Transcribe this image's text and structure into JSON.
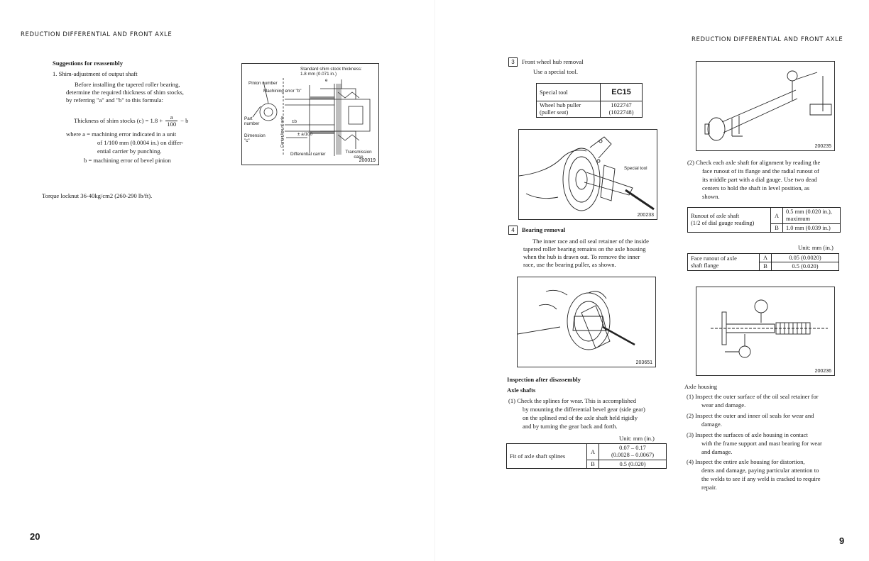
{
  "left": {
    "header": "REDUCTION DIFFERENTIAL AND FRONT AXLE",
    "page_number": "20",
    "suggestions_title": "Suggestions for reassembly",
    "item1": "1. Shim-adjustment of output shaft",
    "p1": [
      "Before installing the tapered roller bearing,",
      "determine the required thickness of shim stocks,",
      "by referring \"a\" and \"b\" to this formula:"
    ],
    "formula": {
      "lhs": "Thickness of shim stocks (c) = 1.8 +",
      "num": "a",
      "den": "100",
      "tail": "− b"
    },
    "where": [
      "where a = machining error indicated  in  a  unit",
      "of 1/100 mm (0.0004 in.) on differ-",
      "ential carrier by punching."
    ],
    "where_b": "b = machining error of bevel pinion",
    "torque": "Torque locknut 36-40kg/cm2 (260-290 lb/ft).",
    "figure": {
      "id": "200019",
      "labels": {
        "std_shim": "Standard shim stock thickness:",
        "std_shim_val": "1.8 mm (0.071 in.)",
        "pinion_number": "Pinion number",
        "machining_error": "Machining error \"b\"",
        "part_number": "Part number",
        "dimension": "Dimension \"c\"",
        "center_line": "Center line of axle",
        "pm_b": "±b",
        "pm_a": "± a/100",
        "e": "e",
        "diff_carrier": "Differential carrier",
        "trans_case": "Transmission case"
      }
    }
  },
  "right": {
    "header": "REDUCTION DIFFERENTIAL AND FRONT AXLE",
    "page_number": "9",
    "sec3_num": "3",
    "sec3_title": "Front wheel hub removal",
    "sec3_text": "Use a special tool.",
    "tool_table": {
      "h1": "Special tool",
      "h2": "EC15",
      "r1": "Wheel hub puller",
      "r1b": "(puller seat)",
      "v1": "1022747",
      "v1b": "(1022748)"
    },
    "fig1_id": "200233",
    "fig1_label": "Special tool",
    "sec4_num": "4",
    "sec4_title": "Bearing removal",
    "sec4_text": [
      "The inner race and oil seal retainer of the inside",
      "tapered roller bearing remains on the axle housing",
      "when the hub is drawn out. To remove the inner",
      "race, use the bearing puller, as shown."
    ],
    "fig2_id": "203651",
    "insp_title": "Inspection after disassembly",
    "axle_shafts": "Axle shafts",
    "item1": [
      "(1)  Check the splines for wear. This is accomplished",
      "by mounting the differential bevel gear (side gear)",
      "on the splined end of the axle shaft held rigidly",
      "and by turning the gear back and forth."
    ],
    "unit1": "Unit: mm (in.)",
    "fit_table": {
      "label": "Fit of axle shaft splines",
      "a": "A",
      "a_val": "0.07 – 0.17",
      "a_val2": "(0.0028 – 0.0067)",
      "b": "B",
      "b_val": "0.5 (0.020)"
    },
    "fig3_id": "200235",
    "item2": [
      "(2)  Check each axle shaft for alignment by reading the",
      "face runout of its flange and the radial runout of",
      "its middle part with a dial gauge. Use two dead",
      "centers to hold the shaft in level position, as",
      "shown."
    ],
    "runout_table": {
      "label": "Runout of axle shaft",
      "label2": "(1/2 of dial gauge reading)",
      "a": "A",
      "a_val": "0.5 mm (0.020 in.),",
      "a_val2": "maximum",
      "b": "B",
      "b_val": "1.0 mm (0.039 in.)"
    },
    "unit2": "Unit: mm (in.)",
    "face_table": {
      "label": "Face runout of axle",
      "label2": "shaft flange",
      "a": "A",
      "a_val": "0.05 (0.0020)",
      "b": "B",
      "b_val": "0.5 (0.020)"
    },
    "fig4_id": "200236",
    "axle_housing": "Axle housing",
    "h1": [
      "(1)  Inspect the outer surface of the oil seal retainer for",
      "wear and damage."
    ],
    "h2": [
      "(2)  Inspect the outer and inner oil seals for wear and",
      "damage."
    ],
    "h3": [
      "(3)  Inspect the surfaces of axle housing in contact",
      "with the frame support and mast bearing for wear",
      "and damage."
    ],
    "h4": [
      "(4)  Inspect the entire axle housing for distortion,",
      "dents and damage, paying particular attention to",
      "the welds to see if any weld is cracked to require",
      "repair."
    ]
  }
}
